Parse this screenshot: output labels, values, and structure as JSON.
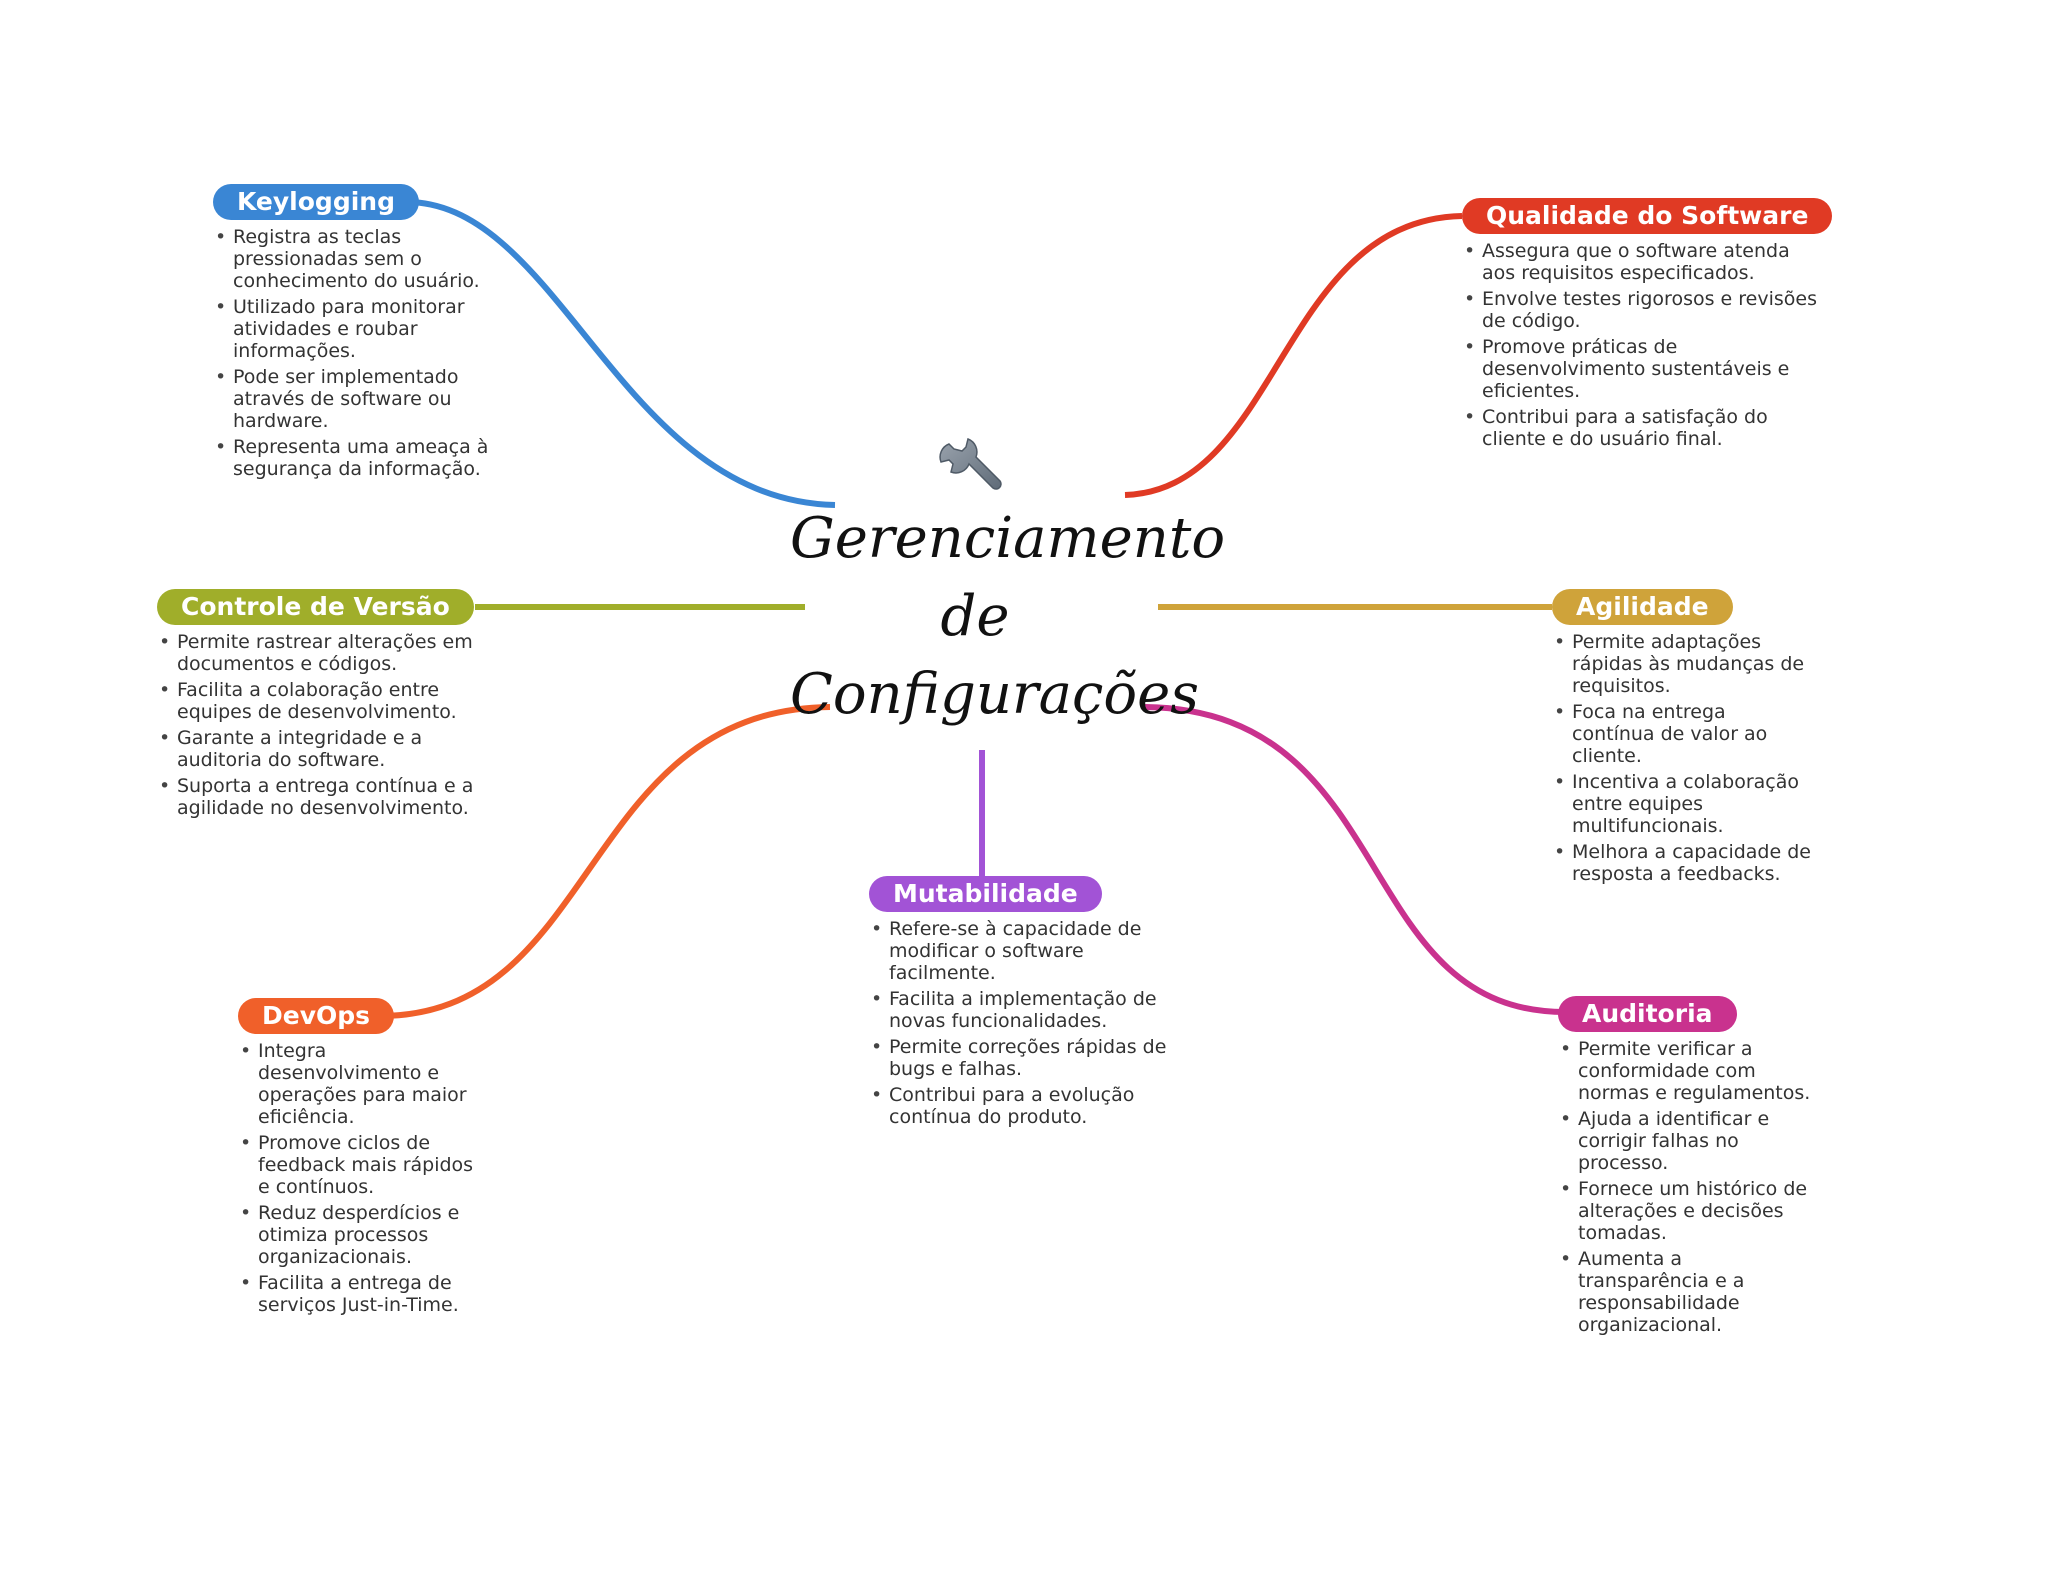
{
  "title_lines": [
    "Gerenciamento",
    "de",
    "Configurações"
  ],
  "center_icon": "wrench-icon",
  "branches": {
    "keylogging": {
      "title": "Keylogging",
      "color": "#3a86d4",
      "points": [
        "Registra as teclas pressionadas sem o conhecimento do usuário.",
        "Utilizado para monitorar atividades e roubar informações.",
        "Pode ser implementado através de software ou hardware.",
        "Representa uma ameaça à segurança da informação."
      ]
    },
    "qualidade": {
      "title": "Qualidade do Software",
      "color": "#e03a24",
      "points": [
        "Assegura que o software atenda aos requisitos especificados.",
        "Envolve testes rigorosos e revisões de código.",
        "Promove práticas de desenvolvimento sustentáveis e eficientes.",
        "Contribui para a satisfação do cliente e do usuário final."
      ]
    },
    "controle": {
      "title": "Controle de Versão",
      "color": "#a0ae2a",
      "points": [
        "Permite rastrear alterações em documentos e códigos.",
        "Facilita a colaboração entre equipes de desenvolvimento.",
        "Garante a integridade e a auditoria do software.",
        "Suporta a entrega contínua e a agilidade no desenvolvimento."
      ]
    },
    "agilidade": {
      "title": "Agilidade",
      "color": "#cfa33a",
      "points": [
        "Permite adaptações rápidas às mudanças de requisitos.",
        "Foca na entrega contínua de valor ao cliente.",
        "Incentiva a colaboração entre equipes multifuncionais.",
        "Melhora a capacidade de resposta a feedbacks."
      ]
    },
    "mutabilidade": {
      "title": "Mutabilidade",
      "color": "#a253d6",
      "points": [
        "Refere-se à capacidade de modificar o software facilmente.",
        "Facilita a implementação de novas funcionalidades.",
        "Permite correções rápidas de bugs e falhas.",
        "Contribui para a evolução contínua do produto."
      ]
    },
    "devops": {
      "title": "DevOps",
      "color": "#f0602a",
      "points": [
        "Integra desenvolvimento e operações para maior eficiência.",
        "Promove ciclos de feedback mais rápidos e contínuos.",
        "Reduz desperdícios e otimiza processos organizacionais.",
        "Facilita a entrega de serviços Just-in-Time."
      ]
    },
    "auditoria": {
      "title": "Auditoria",
      "color": "#c9328e",
      "points": [
        "Permite verificar a conformidade com normas e regulamentos.",
        "Ajuda a identificar e corrigir falhas no processo.",
        "Fornece um histórico de alterações e decisões tomadas.",
        "Aumenta a transparência e a responsabilidade organizacional."
      ]
    }
  }
}
